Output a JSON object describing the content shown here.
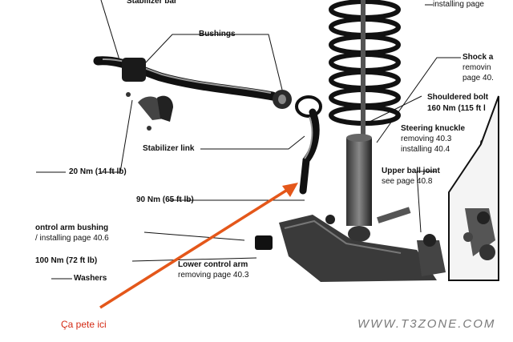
{
  "labels": {
    "stabilizer_bar": "Stabilizer bar",
    "bushings": "Bushings",
    "stabilizer_link": "Stabilizer link",
    "torque_20": "20 Nm (14 ft lb)",
    "torque_90": "90 Nm (65 ft lb)",
    "control_arm_bushing": "ontrol arm bushing",
    "control_arm_bushing_sub": "/ installing page 40.6",
    "torque_100": "100 Nm (72 ft lb)",
    "washers": "Washers",
    "lower_control_arm": "Lower control arm",
    "lower_control_arm_sub": "removing page 40.3",
    "installing_page_top": "installing page",
    "shock_absorber": "Shock a",
    "shock_removing": "removin",
    "shock_page": "page 40.",
    "shouldered_bolt": "Shouldered bolt",
    "shouldered_torque": "160 Nm (115 ft l",
    "steering_knuckle": "Steering knuckle",
    "knuckle_removing": "removing 40.3",
    "knuckle_installing": "installing 40.4",
    "upper_ball_joint": "Upper ball joint",
    "ball_joint_page": "see page 40.8"
  },
  "annotation": {
    "text": "Ça pete ici",
    "color": "#d42a14"
  },
  "watermark": "WWW.T3ZONE.COM"
}
